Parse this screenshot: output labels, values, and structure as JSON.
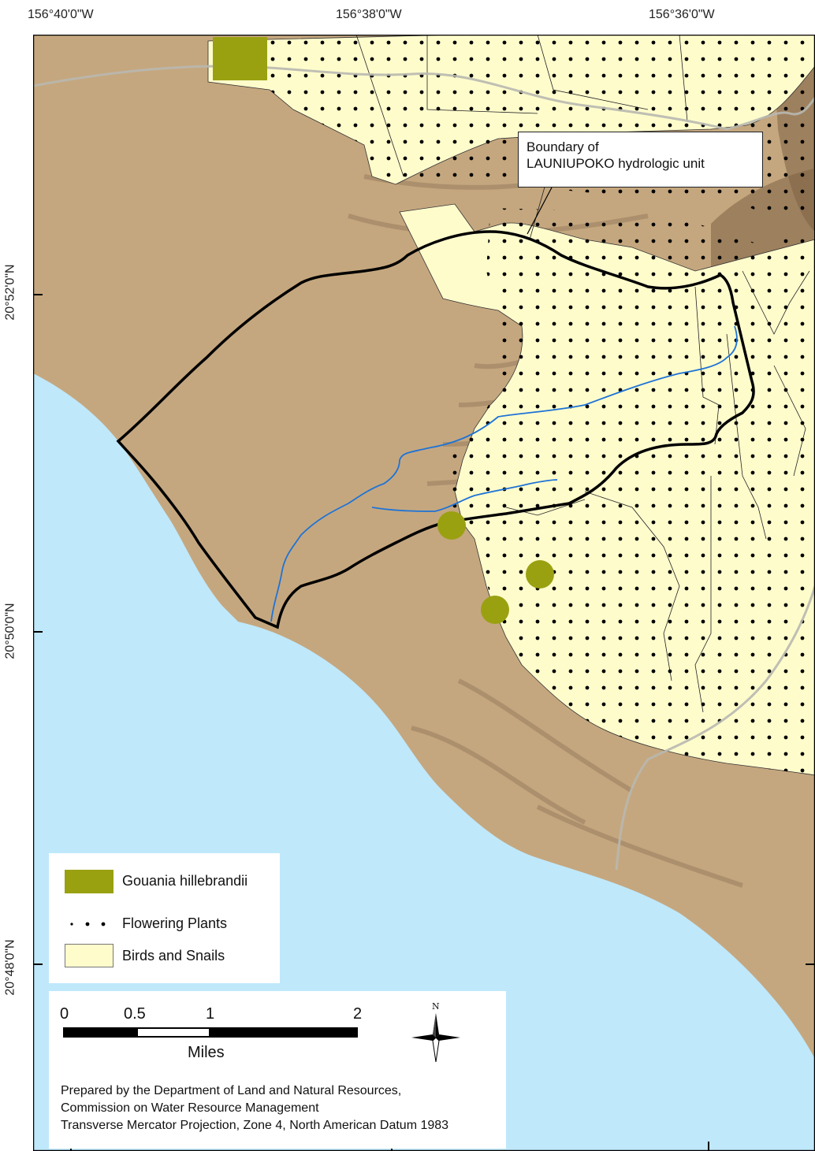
{
  "map": {
    "longitude_labels": [
      "156°40'0\"W",
      "156°38'0\"W",
      "156°36'0\"W"
    ],
    "latitude_labels": [
      "20°52'0\"N",
      "20°50'0\"N",
      "20°48'0\"N"
    ],
    "callout": {
      "line1": "Boundary of",
      "line2": "LAUNIUPOKO hydrologic unit"
    },
    "colors": {
      "ocean": "#bfe8fb",
      "terrain": "#c5a77f",
      "habitat": "#fffccc",
      "gouania": "#9aa111",
      "stream": "#1e73d6",
      "boundary": "#000000",
      "road": "#b8b8b0"
    }
  },
  "legend": {
    "items": [
      {
        "label": "Gouania hillebrandii",
        "swatch": "gouania-swatch"
      },
      {
        "label": "Flowering Plants",
        "swatch": "dots-swatch"
      },
      {
        "label": "Birds and Snails",
        "swatch": "habitat-swatch"
      }
    ]
  },
  "scale_bar": {
    "ticks": [
      "0",
      "0.5",
      "1",
      "2"
    ],
    "units": "Miles"
  },
  "north_arrow": {
    "label": "N",
    "icon": "north-arrow-icon"
  },
  "credits": [
    "Prepared by the Department of Land and Natural Resources,",
    "Commission on Water Resource Management",
    "Transverse Mercator Projection, Zone 4, North American Datum 1983"
  ]
}
